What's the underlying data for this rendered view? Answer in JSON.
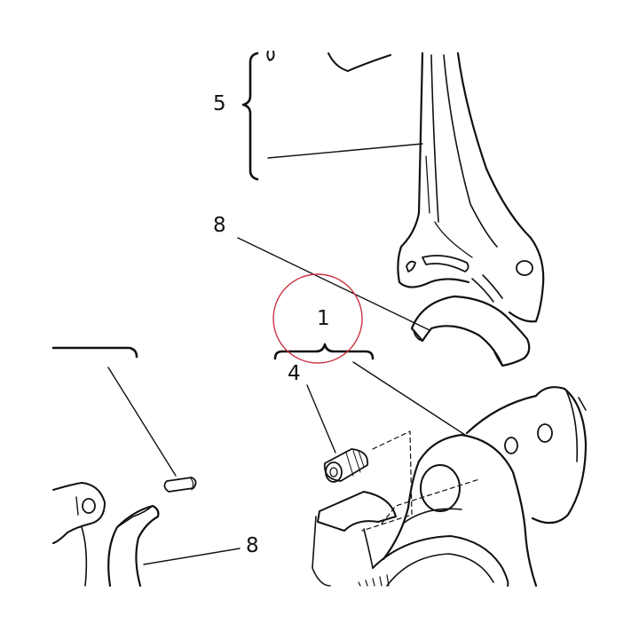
{
  "callouts": {
    "label_5": "5",
    "label_8_upper": "8",
    "label_1": "1",
    "label_4": "4",
    "label_8_lower": "8"
  },
  "colors": {
    "line": "#111111",
    "highlight_circle": "#cc3344",
    "background": "#ffffff"
  }
}
